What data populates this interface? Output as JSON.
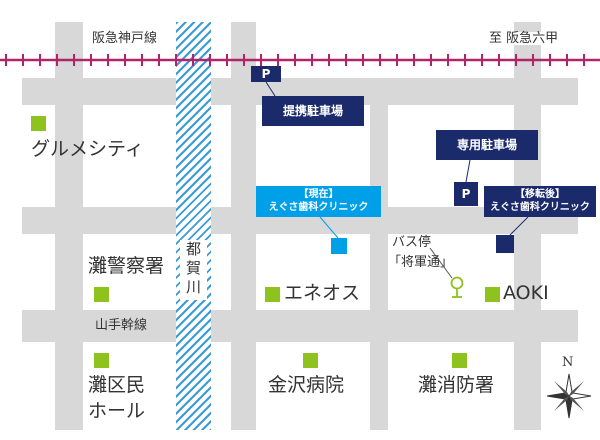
{
  "railway": {
    "name": "阪急神戸線",
    "direction": "至 阪急六甲"
  },
  "roads": {
    "yamate": "山手幹線"
  },
  "river": {
    "name_chars": [
      "都",
      "賀",
      "川"
    ]
  },
  "parking": {
    "icon_label": "P",
    "partner_label": "提携駐車場",
    "dedicated_label": "専用駐車場"
  },
  "clinic_current": {
    "tag": "【現在】",
    "name": "えぐさ歯科クリニック"
  },
  "clinic_new": {
    "tag": "【移転後】",
    "name": "えぐさ歯科クリニック"
  },
  "bus_stop": {
    "line1": "バス停",
    "line2": "「将軍通」"
  },
  "landmarks": {
    "gourmet_city": "グルメシティ",
    "nada_police": "灘警察署",
    "eneos": "エネオス",
    "aoki": "AOKI",
    "nada_hall_line1": "灘区民",
    "nada_hall_line2": "ホール",
    "kanazawa_hospital": "金沢病院",
    "nada_fire": "灘消防署"
  },
  "compass": {
    "north_label": "N"
  },
  "colors": {
    "navy": "#1b2a6b",
    "cyan": "#00a0e9",
    "green": "#8dc21f",
    "road": "#d8d8d8",
    "rail": "#b1246b",
    "river": "#3a9bd6"
  }
}
